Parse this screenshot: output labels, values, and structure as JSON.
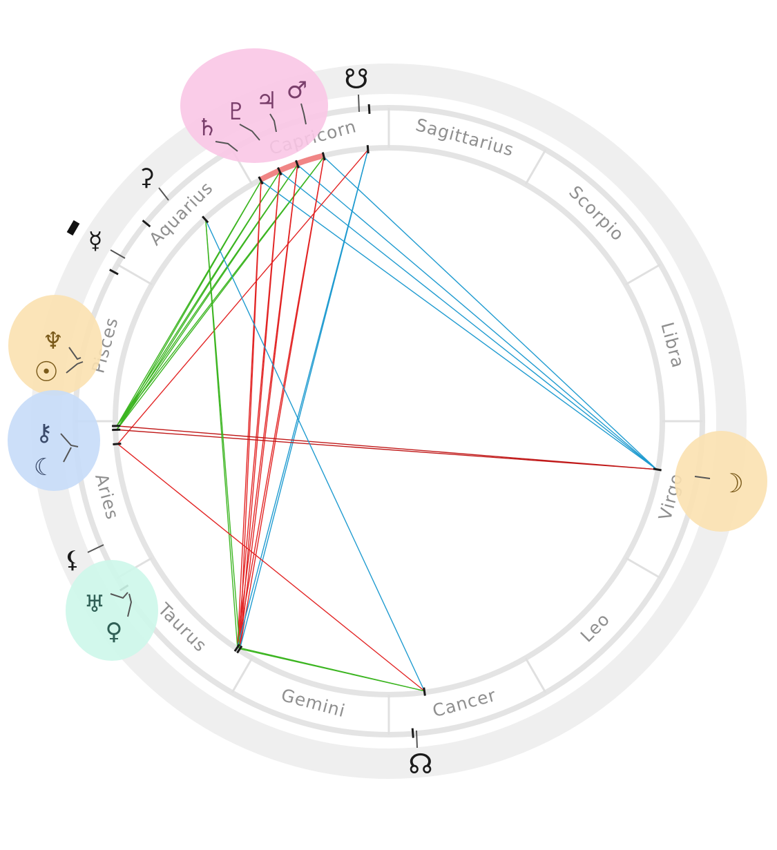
{
  "colors": {
    "outer_band": "#efefef",
    "ring": "#e4e4e4",
    "divider": "#e0e0e0",
    "aspect_trine": "#1f9bd0",
    "aspect_square": "#e22424",
    "aspect_opposition": "#c01818",
    "aspect_sextile": "#3cb521",
    "arc_highlight": "#f08585",
    "cluster_pink": "#f9c6e6",
    "cluster_orange": "#fbe1b0",
    "cluster_blue": "#c7dcf8",
    "cluster_teal": "#cdf7ea"
  },
  "signs": [
    {
      "name": "Capricorn"
    },
    {
      "name": "Sagittarius"
    },
    {
      "name": "Scorpio"
    },
    {
      "name": "Libra"
    },
    {
      "name": "Virgo"
    },
    {
      "name": "Leo"
    },
    {
      "name": "Cancer"
    },
    {
      "name": "Gemini"
    },
    {
      "name": "Taurus"
    },
    {
      "name": "Aries"
    },
    {
      "name": "Pisces"
    },
    {
      "name": "Aquarius"
    }
  ],
  "glyphs": {
    "saturn": {
      "symbol": "♄",
      "icon": "saturn-icon"
    },
    "pluto": {
      "symbol": "♇",
      "icon": "pluto-icon"
    },
    "jupiter": {
      "symbol": "♃",
      "icon": "jupiter-icon"
    },
    "mars": {
      "symbol": "♂",
      "icon": "mars-icon"
    },
    "south_node": {
      "symbol": "☋",
      "icon": "south-node-icon"
    },
    "ceres": {
      "symbol": "⚳",
      "icon": "ceres-icon"
    },
    "mercury": {
      "symbol": "☿",
      "icon": "mercury-icon"
    },
    "neptune": {
      "symbol": "♆",
      "icon": "neptune-icon"
    },
    "sun": {
      "symbol": "☉",
      "icon": "sun-icon"
    },
    "chiron": {
      "symbol": "⚷",
      "icon": "chiron-icon"
    },
    "moon_left": {
      "symbol": "☾",
      "icon": "moon-icon"
    },
    "lilith": {
      "symbol": "⚸",
      "icon": "lilith-icon"
    },
    "uranus": {
      "symbol": "♅",
      "icon": "uranus-icon"
    },
    "venus": {
      "symbol": "♀",
      "icon": "venus-icon"
    },
    "north_node": {
      "symbol": "☊",
      "icon": "north-node-icon"
    },
    "moon_right": {
      "symbol": "☽",
      "icon": "moon-icon"
    }
  },
  "aspects": [
    {
      "from": "capricorn-cluster",
      "to": "pisces-point",
      "kind": "sextile"
    },
    {
      "from": "capricorn-cluster",
      "to": "virgo-point",
      "kind": "trine"
    },
    {
      "from": "capricorn-cluster",
      "to": "taurus-point",
      "kind": "square"
    },
    {
      "from": "capricorn-point",
      "to": "aries-point",
      "kind": "square"
    },
    {
      "from": "capricorn-point",
      "to": "taurus-point",
      "kind": "trine"
    },
    {
      "from": "pisces-point",
      "to": "virgo-point",
      "kind": "opposition"
    },
    {
      "from": "aquarius-point",
      "to": "cancer-point",
      "kind": "trine"
    },
    {
      "from": "aquarius-point",
      "to": "taurus-point",
      "kind": "sextile"
    },
    {
      "from": "aries-point",
      "to": "cancer-point",
      "kind": "square"
    },
    {
      "from": "taurus-point",
      "to": "cancer-point",
      "kind": "sextile"
    }
  ]
}
